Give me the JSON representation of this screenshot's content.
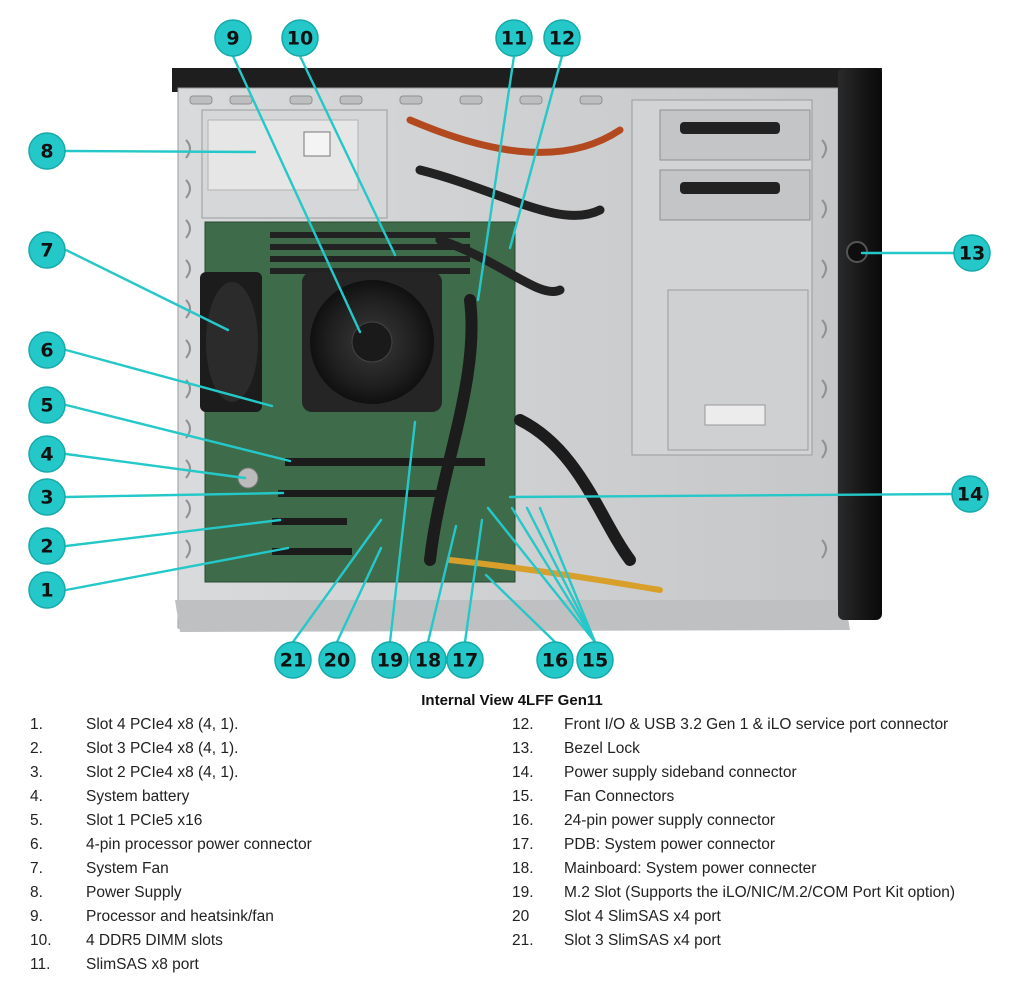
{
  "caption": "Internal View 4LFF Gen11",
  "colors": {
    "callout": "#25c8c8",
    "callout_border": "#16a9a9",
    "leader": "#25c8c8"
  },
  "callouts": [
    "1",
    "2",
    "3",
    "4",
    "5",
    "6",
    "7",
    "8",
    "9",
    "10",
    "11",
    "12",
    "13",
    "14",
    "15",
    "16",
    "17",
    "18",
    "19",
    "20",
    "21"
  ],
  "legend": [
    {
      "num": "1.",
      "label": "Slot 4 PCIe4 x8 (4, 1)."
    },
    {
      "num": "2.",
      "label": "Slot 3 PCIe4 x8 (4, 1)."
    },
    {
      "num": "3.",
      "label": "Slot 2 PCIe4 x8 (4, 1)."
    },
    {
      "num": "4.",
      "label": "System battery"
    },
    {
      "num": "5.",
      "label": "Slot 1 PCIe5 x16"
    },
    {
      "num": "6.",
      "label": "4-pin processor power connector"
    },
    {
      "num": "7.",
      "label": "System Fan"
    },
    {
      "num": "8.",
      "label": "Power Supply"
    },
    {
      "num": "9.",
      "label": "Processor and heatsink/fan"
    },
    {
      "num": "10.",
      "label": "4 DDR5 DIMM slots"
    },
    {
      "num": "11.",
      "label": "SlimSAS x8 port"
    },
    {
      "num": "12.",
      "label": "Front I/O & USB 3.2 Gen 1 & iLO service port connector"
    },
    {
      "num": "13.",
      "label": "Bezel Lock"
    },
    {
      "num": "14.",
      "label": "Power supply sideband connector"
    },
    {
      "num": "15.",
      "label": "Fan Connectors"
    },
    {
      "num": "16.",
      "label": "24-pin power supply connector"
    },
    {
      "num": "17.",
      "label": "PDB: System power connector"
    },
    {
      "num": "18.",
      "label": "Mainboard: System power connecter"
    },
    {
      "num": "19.",
      "label": "M.2 Slot (Supports the iLO/NIC/M.2/COM Port Kit option)"
    },
    {
      "num": "20",
      "label": "Slot 4 SlimSAS x4 port"
    },
    {
      "num": "21.",
      "label": "Slot 3 SlimSAS x4 port"
    }
  ]
}
